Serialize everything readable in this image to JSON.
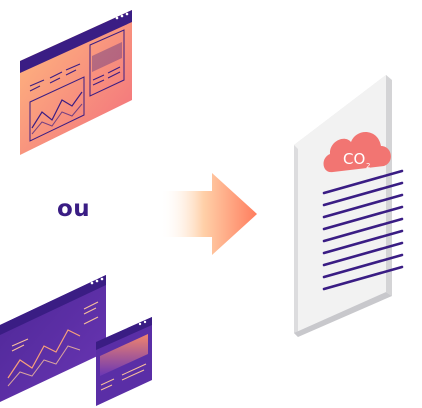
{
  "connector": {
    "label": "ou"
  },
  "report": {
    "cloud_label": "CO",
    "cloud_subscript": "2",
    "text_line_count": 9
  },
  "colors": {
    "dashboard_frame": "#3a1d84",
    "dashboard_light_fill_top": "#ffb27a",
    "dashboard_light_fill_bottom": "#f26d7d",
    "dashboard_dark_fill": "#5a2ea6",
    "arrow": "#ff8a5c",
    "document_front": "#f2f2f2",
    "document_side": "#d4d4d6",
    "cloud": "#f27572",
    "document_lines": "#3a1d84"
  },
  "icons": [
    "dashboard-light-icon",
    "dashboard-dark-icon",
    "arrow-right-icon",
    "co2-cloud-icon",
    "document-icon"
  ]
}
